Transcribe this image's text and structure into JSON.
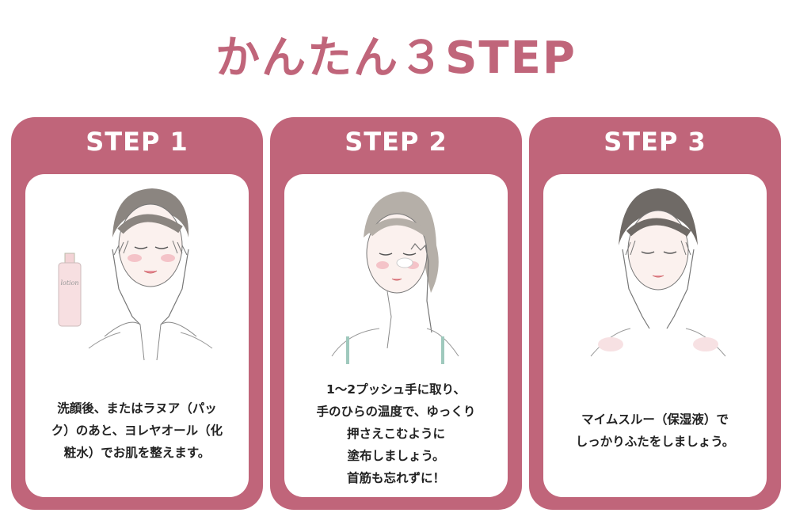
{
  "title": "かんたん３STEP",
  "steps": [
    {
      "label": "STEP 1",
      "lines": [
        "洗顔後、またはラヌア（パッ",
        "ク）のあと、ヨレヤオール（化",
        "粧水）でお肌を整えます。"
      ],
      "illustration": "woman-holding-face-with-lotion-bottle",
      "bottle_text": "lotion"
    },
    {
      "label": "STEP 2",
      "lines": [
        "1～2プッシュ手に取り、",
        "手のひらの温度で、ゆっくり",
        "押さえこむように",
        "塗布しましょう。",
        "首筋も忘れずに！"
      ],
      "illustration": "woman-applying-cream-to-cheek"
    },
    {
      "label": "STEP 3",
      "lines": [
        "マイムスルー（保湿液）で",
        "しっかりふたをしましょう。"
      ],
      "illustration": "woman-holding-face-eyes-closed"
    }
  ],
  "colors": {
    "accent": "#c0657a",
    "background": "#ffffff",
    "text": "#222222"
  }
}
